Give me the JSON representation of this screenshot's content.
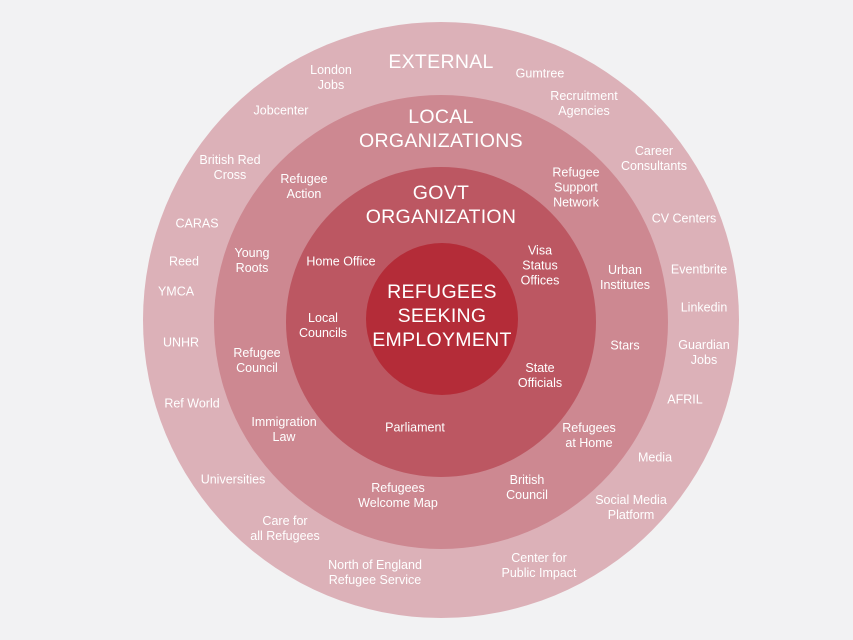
{
  "colors": {
    "background": "#f2f2f3",
    "external_ring": "#dcb1b8",
    "local_ring": "#cd8891",
    "govt_ring": "#bc5762",
    "core": "#b42c38",
    "text": "#ffffff"
  },
  "core": {
    "title": "REFUGEES\nSEEKING\nEMPLOYMENT"
  },
  "rings": {
    "govt": {
      "title": "GOVT\nORGANIZATION",
      "items": [
        "Home Office",
        "Visa\nStatus\nOffices",
        "Local\nCouncils",
        "State\nOfficials",
        "Parliament"
      ]
    },
    "local": {
      "title": "LOCAL\nORGANIZATIONS",
      "items": [
        "Refugee\nAction",
        "Refugee\nSupport\nNetwork",
        "Young\nRoots",
        "Urban\nInstitutes",
        "Refugee\nCouncil",
        "Stars",
        "Immigration\nLaw",
        "Refugees\nat Home",
        "British\nCouncil",
        "Refugees\nWelcome Map"
      ]
    },
    "external": {
      "title": "EXTERNAL",
      "items": [
        "London\nJobs",
        "Gumtree",
        "Recruitment\nAgencies",
        "Jobcenter",
        "British Red\nCross",
        "Career\nConsultants",
        "CARAS",
        "CV Centers",
        "Reed",
        "Eventbrite",
        "YMCA",
        "Linkedin",
        "UNHR",
        "Guardian\nJobs",
        "Ref World",
        "AFRIL",
        "Universities",
        "Media",
        "Social Media\nPlatform",
        "Care for\nall Refugees",
        "North of England\nRefugee Service",
        "Center for\nPublic Impact"
      ]
    }
  }
}
